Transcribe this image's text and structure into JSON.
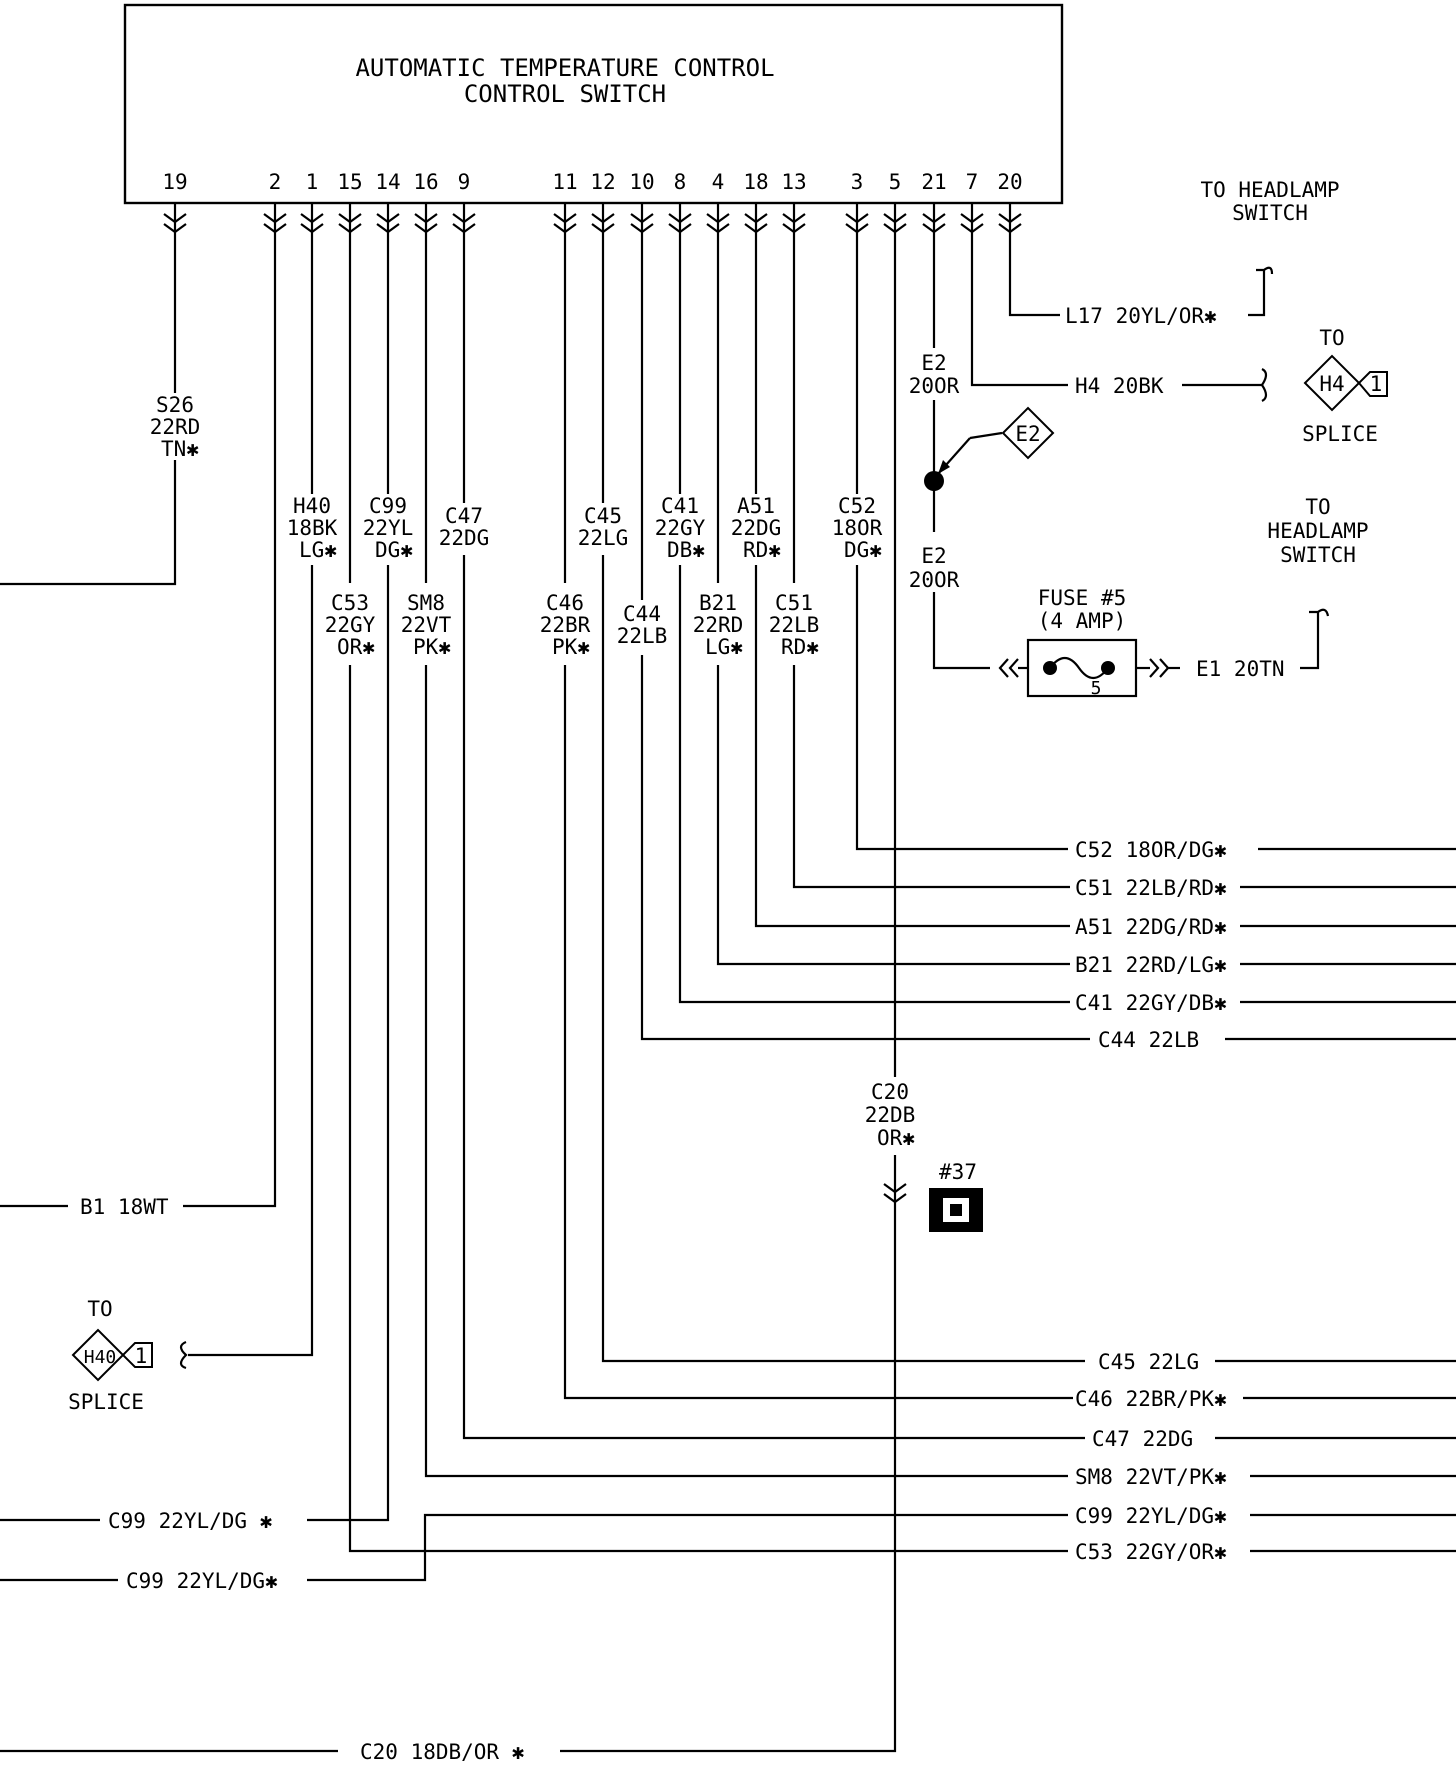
{
  "title": {
    "line1": "AUTOMATIC TEMPERATURE CONTROL",
    "line2": "CONTROL SWITCH"
  },
  "pins": [
    "19",
    "2",
    "1",
    "15",
    "14",
    "16",
    "9",
    "11",
    "12",
    "10",
    "8",
    "4",
    "18",
    "13",
    "3",
    "5",
    "21",
    "7",
    "20"
  ],
  "labels": {
    "s26_1": "S26",
    "s26_2": "22RD",
    "s26_3": "TN✱",
    "h40_1": "H40",
    "h40_2": "18BK",
    "h40_3": "LG✱",
    "c99v_1": "C99",
    "c99v_2": "22YL",
    "c99v_3": "DG✱",
    "c47v_1": "C47",
    "c47v_2": "22DG",
    "c53v_1": "C53",
    "c53v_2": "22GY",
    "c53v_3": "OR✱",
    "sm8v_1": "SM8",
    "sm8v_2": "22VT",
    "sm8v_3": "PK✱",
    "c45v_1": "C45",
    "c45v_2": "22LG",
    "c46v_1": "C46",
    "c46v_2": "22BR",
    "c46v_3": "PK✱",
    "c44v_1": "C44",
    "c44v_2": "22LB",
    "c41v_1": "C41",
    "c41v_2": "22GY",
    "c41v_3": "DB✱",
    "a51v_1": "A51",
    "a51v_2": "22DG",
    "a51v_3": "RD✱",
    "b21v_1": "B21",
    "b21v_2": "22RD",
    "b21v_3": "LG✱",
    "c51v_1": "C51",
    "c51v_2": "22LB",
    "c51v_3": "RD✱",
    "c52v_1": "C52",
    "c52v_2": "18OR",
    "c52v_3": "DG✱",
    "e2a_1": "E2",
    "e2a_2": "20OR",
    "e2b_1": "E2",
    "e2b_2": "20OR",
    "c20v_1": "C20",
    "c20v_2": "22DB",
    "c20v_3": "OR✱",
    "l17": "L17 20YL/OR✱",
    "h4": "H4 20BK",
    "e1": "E1 20TN",
    "fuse_1": "FUSE #5",
    "fuse_2": "(4 AMP)",
    "fuse_num": "5",
    "to_hl1_1": "TO HEADLAMP",
    "to_hl1_2": "SWITCH",
    "to_hl2_1": "TO",
    "to_hl2_2": "HEADLAMP",
    "to_hl2_3": "SWITCH",
    "to_h4": "TO",
    "splice_h4": "SPLICE",
    "h4_tag": "H4",
    "h4_pin": "1",
    "e2_tag": "E2",
    "to_h40": "TO",
    "splice_h40": "SPLICE",
    "h40_tag": "H40",
    "h40_pin": "1",
    "ground_num": "#37",
    "r_c52": "C52 18OR/DG✱",
    "r_c51": "C51 22LB/RD✱",
    "r_a51": "A51 22DG/RD✱",
    "r_b21": "B21 22RD/LG✱",
    "r_c41": "C41 22GY/DB✱",
    "r_c44": "C44 22LB",
    "r_c45": "C45 22LG",
    "r_c46": "C46 22BR/PK✱",
    "r_c47": "C47 22DG",
    "r_sm8": "SM8 22VT/PK✱",
    "r_c99": "C99 22YL/DG✱",
    "r_c53": "C53 22GY/OR✱",
    "l_b1": "B1 18WT",
    "l_c99a": "C99 22YL/DG ✱",
    "l_c99b": "C99 22YL/DG✱",
    "b_c20": "C20 18DB/OR ✱"
  }
}
